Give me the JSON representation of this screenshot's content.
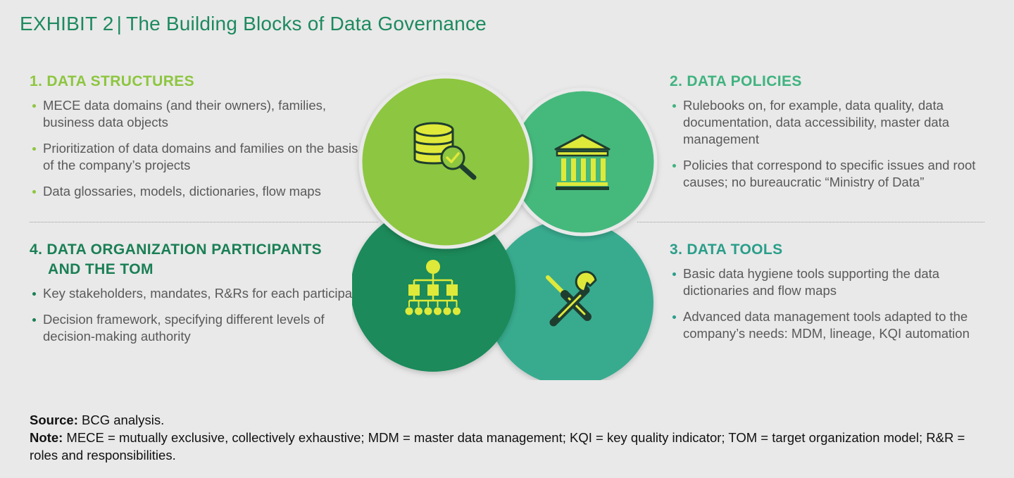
{
  "title": {
    "exhibit": "EXHIBIT 2",
    "separator": "|",
    "text": "The Building Blocks of Data Governance"
  },
  "blocks": [
    {
      "number": "1.",
      "heading": "DATA STRUCTURES",
      "bullets": [
        "MECE data domains (and their owners), families, business data objects",
        "Prioritization of data domains and families on the basis of the company’s projects",
        "Data glossaries, models, dictionaries, flow maps"
      ]
    },
    {
      "number": "2.",
      "heading": "DATA POLICIES",
      "bullets": [
        "Rulebooks on, for example, data quality, data documentation, data accessibility, master data management",
        "Policies that correspond to specific issues and root causes; no bureaucratic “Ministry of Data”"
      ]
    },
    {
      "number": "3.",
      "heading": "DATA TOOLS",
      "bullets": [
        "Basic data hygiene tools supporting the data dictionaries and flow maps",
        "Advanced data management tools adapted to the company’s needs: MDM, lineage, KQI automation"
      ]
    },
    {
      "number": "4.",
      "heading_line1": "DATA ORGANIZATION PARTICIPANTS",
      "heading_line2": "AND THE TOM",
      "bullets": [
        "Key stakeholders, mandates, R&Rs for each participant",
        "Decision framework, specifying different levels of decision-making authority"
      ]
    }
  ],
  "diagram": {
    "colors": {
      "structures": "#8dc63f",
      "policies": "#45b97c",
      "tools": "#39ab8f",
      "organization": "#1b8a5a",
      "icon": "#dfe93a",
      "icon_dark": "#1e3d2f"
    },
    "icons": [
      "database-search-icon",
      "bank-building-icon",
      "tools-icon",
      "org-chart-icon"
    ]
  },
  "notes": {
    "source_label": "Source:",
    "source_text": "BCG analysis.",
    "note_label": "Note:",
    "note_text": "MECE = mutually exclusive, collectively exhaustive; MDM = master data management; KQI = key quality indicator; TOM = target organization model; R&R = roles and responsibilities."
  }
}
